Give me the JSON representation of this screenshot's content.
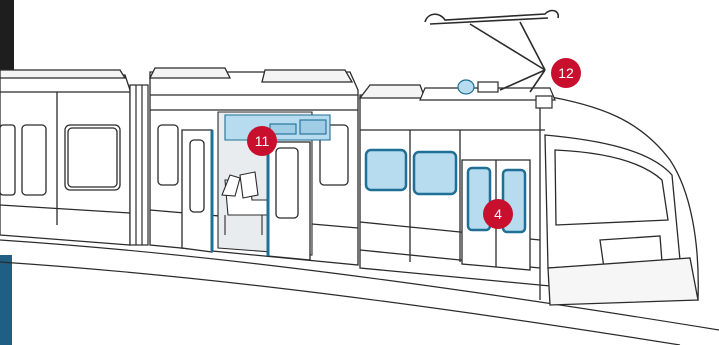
{
  "diagram": {
    "subject": "tram-cutaway-illustration",
    "colors": {
      "line": "#2b2b2b",
      "marker": "#c8102e",
      "marker_text": "#ffffff",
      "highlight_fill": "#b7dcef",
      "highlight_stroke": "#1f6f96",
      "interior_fill": "#e9ecef",
      "background": "#ffffff"
    },
    "markers": [
      {
        "id": "marker-11",
        "label": "11"
      },
      {
        "id": "marker-12",
        "label": "12"
      },
      {
        "id": "marker-4",
        "label": "4"
      }
    ]
  }
}
